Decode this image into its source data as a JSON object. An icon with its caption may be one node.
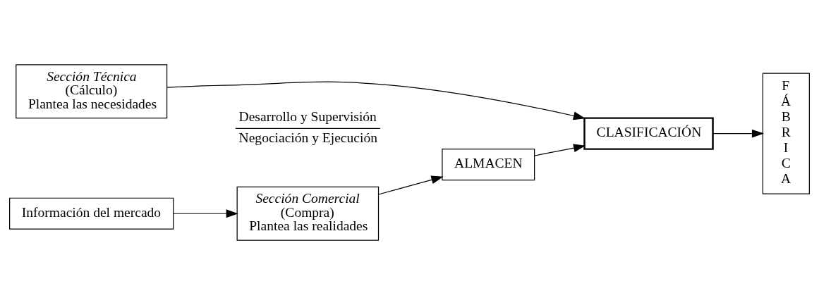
{
  "diagram": {
    "nodes": [
      {
        "text": [
          "Sección Técnica",
          "(Cálculo)",
          "Plantea las necesidades"
        ]
      },
      {
        "text": [
          "CLASIFICACIÓN"
        ]
      },
      {
        "text": [
          "FÁBRICA"
        ]
      },
      {
        "text": [
          "Información del mercado"
        ]
      },
      {
        "text": [
          "Sección Comercial",
          "(Compra)",
          "Plantea las realidades"
        ]
      },
      {
        "text": [
          "ALMACEN"
        ]
      }
    ],
    "edges": [
      {
        "from": 0,
        "to": 1,
        "arrow": "to"
      },
      {
        "from": 1,
        "to": 2,
        "arrow": "to"
      },
      {
        "from": 3,
        "to": 4,
        "arrow": "to"
      },
      {
        "from": 4,
        "to": 5,
        "arrow": "to"
      },
      {
        "from": 5,
        "to": 1,
        "arrow": "to"
      }
    ],
    "labels": [
      "Desarrollo y Supervisión",
      "Negociación y Ejecución"
    ]
  }
}
